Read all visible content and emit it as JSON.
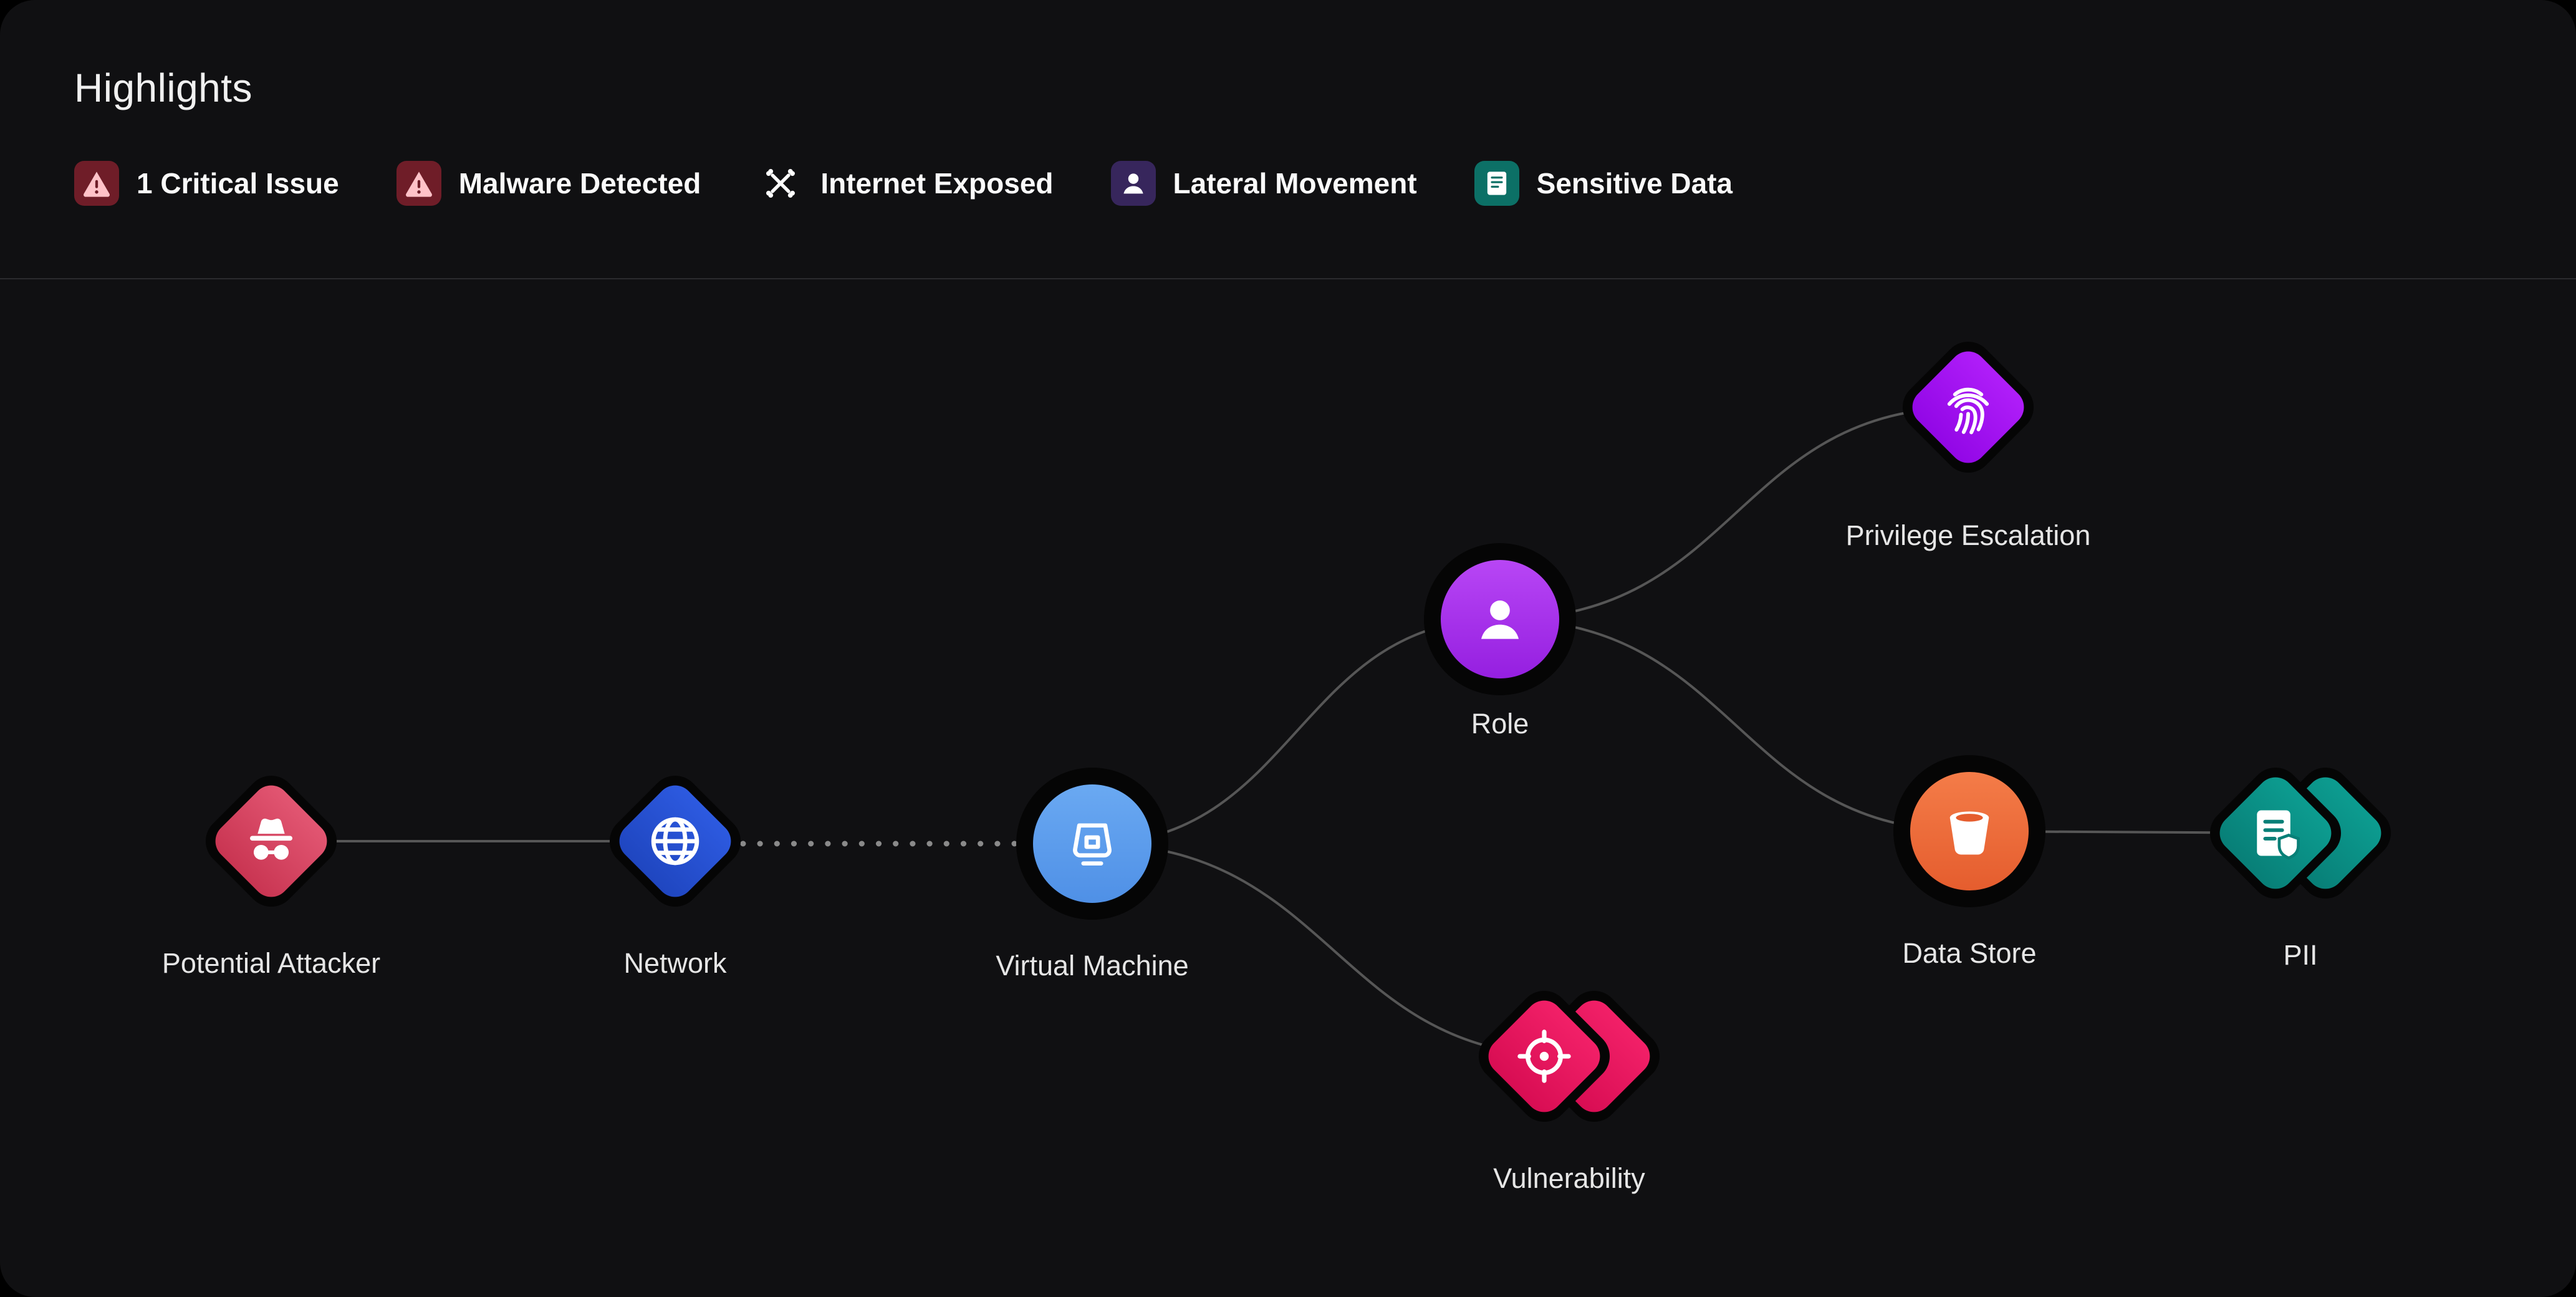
{
  "header": {
    "title": "Highlights",
    "badges": [
      {
        "label": "1 Critical Issue",
        "icon": "critical-warning-icon",
        "tile_color": "#6f1d28"
      },
      {
        "label": "Malware Detected",
        "icon": "malware-warning-icon",
        "tile_color": "#6f1d28"
      },
      {
        "label": "Internet Exposed",
        "icon": "internet-exposed-icon",
        "tile_color": "transparent"
      },
      {
        "label": "Lateral Movement",
        "icon": "lateral-movement-icon",
        "tile_color": "#37265c"
      },
      {
        "label": "Sensitive Data",
        "icon": "sensitive-data-icon",
        "tile_color": "#0c7066"
      }
    ]
  },
  "graph": {
    "nodes": [
      {
        "id": "potential-attacker",
        "label": "Potential Attacker",
        "shape": "diamond",
        "icon": "spy-icon",
        "color": "#d6455f"
      },
      {
        "id": "network",
        "label": "Network",
        "shape": "diamond",
        "icon": "globe-icon",
        "color": "#2451d0"
      },
      {
        "id": "virtual-machine",
        "label": "Virtual Machine",
        "shape": "circle",
        "icon": "virtual-machine-icon",
        "color": "#5c9ded"
      },
      {
        "id": "role",
        "label": "Role",
        "shape": "circle",
        "icon": "user-icon",
        "color": "#a737eb"
      },
      {
        "id": "privilege-escalation",
        "label": "Privilege Escalation",
        "shape": "diamond",
        "icon": "fingerprint-icon",
        "color": "#a414f2"
      },
      {
        "id": "data-store",
        "label": "Data Store",
        "shape": "circle",
        "icon": "bucket-icon",
        "color": "#ed6b3b"
      },
      {
        "id": "pii",
        "label": "PII",
        "shape": "stacked-diamond",
        "icon": "document-shield-icon",
        "color": "#0a8f85"
      },
      {
        "id": "vulnerability",
        "label": "Vulnerability",
        "shape": "stacked-diamond",
        "icon": "crosshair-icon",
        "color": "#e9145d"
      }
    ],
    "edges": [
      {
        "from": "potential-attacker",
        "to": "network",
        "style": "solid"
      },
      {
        "from": "network",
        "to": "virtual-machine",
        "style": "dotted"
      },
      {
        "from": "virtual-machine",
        "to": "role",
        "style": "solid"
      },
      {
        "from": "virtual-machine",
        "to": "vulnerability",
        "style": "solid"
      },
      {
        "from": "role",
        "to": "privilege-escalation",
        "style": "solid"
      },
      {
        "from": "role",
        "to": "data-store",
        "style": "solid"
      },
      {
        "from": "data-store",
        "to": "pii",
        "style": "solid"
      }
    ]
  },
  "colors": {
    "background": "#101012",
    "edge": "#565656",
    "edge_dotted": "#8a8a8a",
    "divider": "#2b2b2e",
    "label_text": "#e6e6e6",
    "badge_text": "#fafafa"
  }
}
